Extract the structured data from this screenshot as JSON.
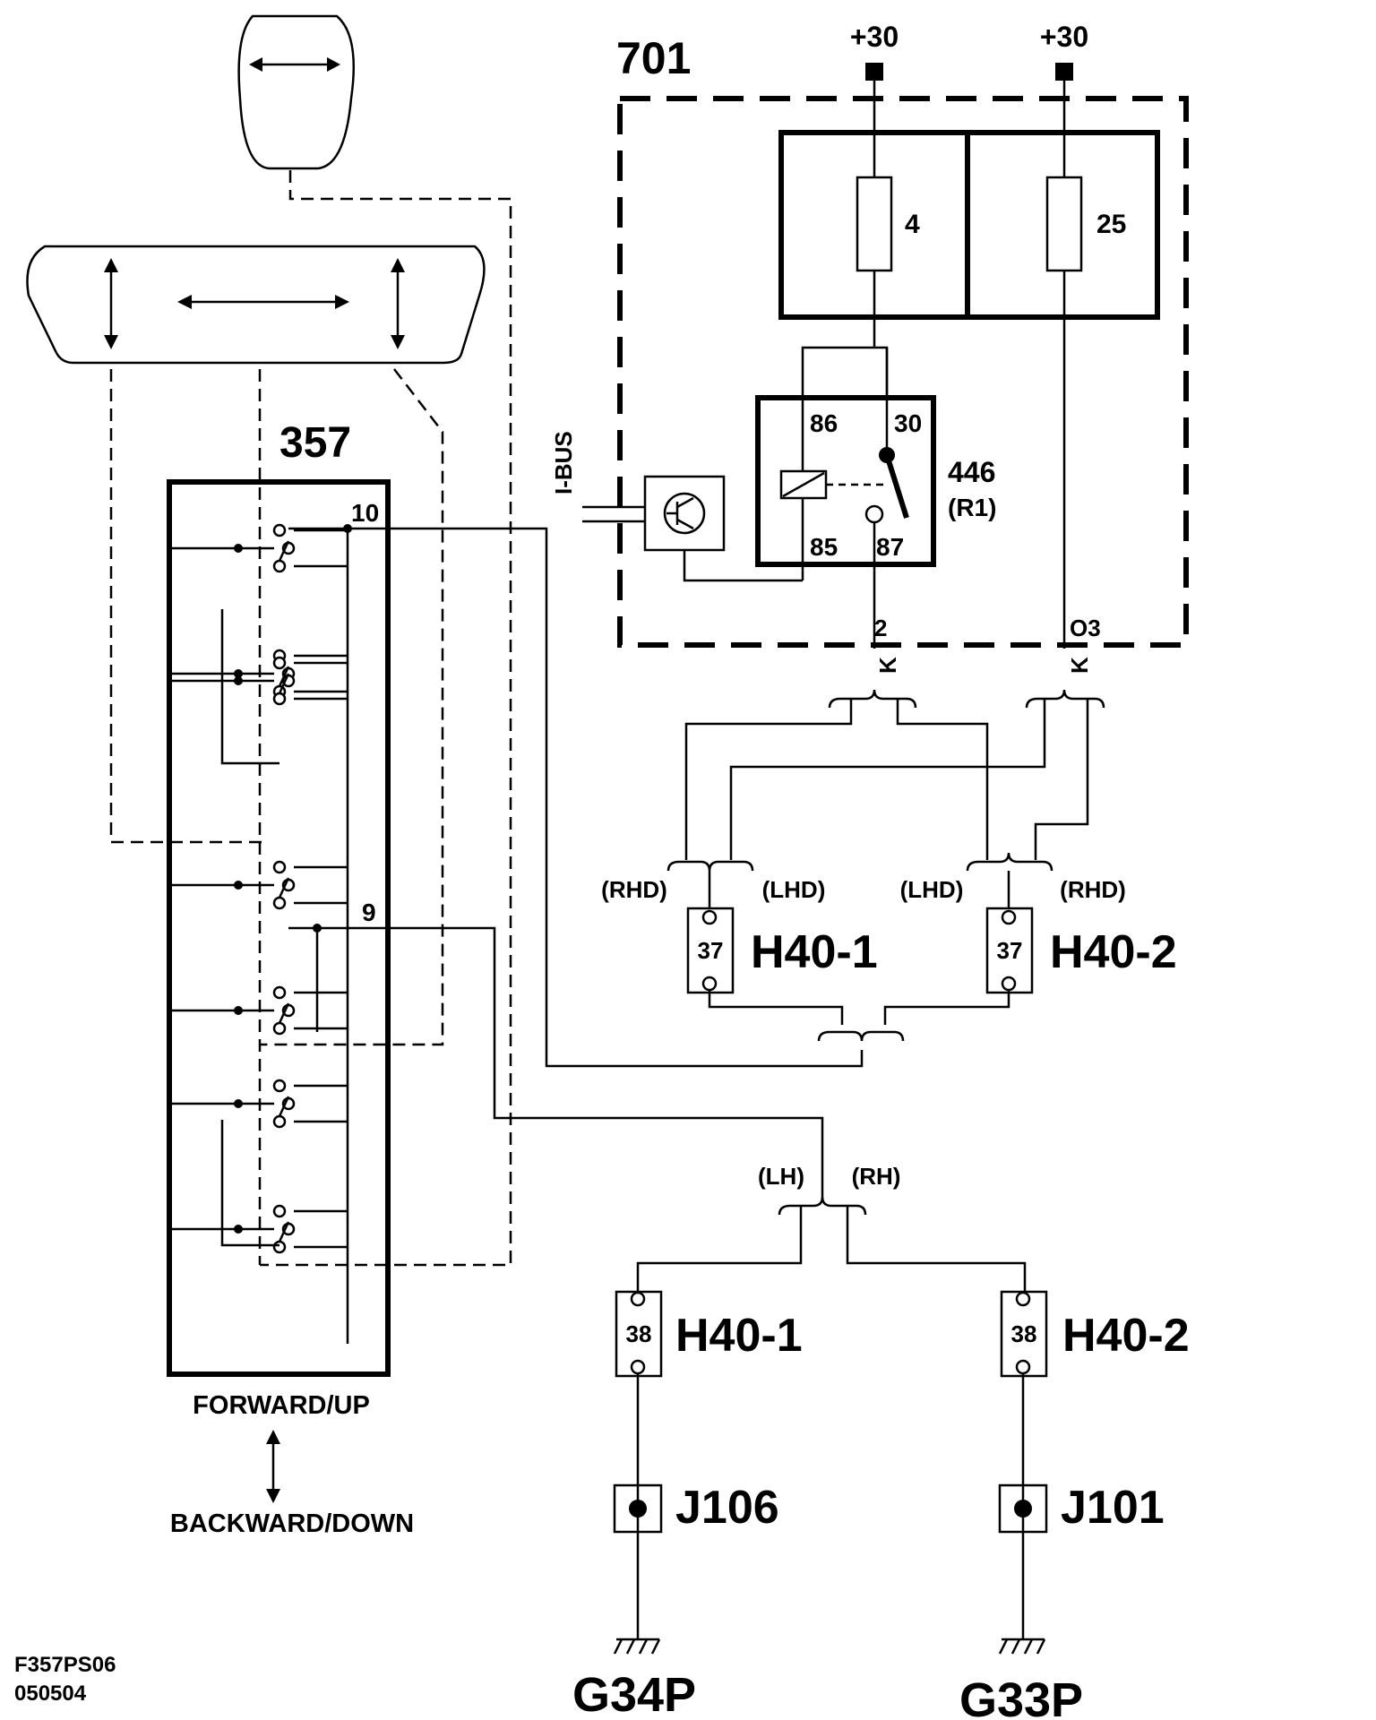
{
  "module": {
    "id": "701",
    "supply_left": "+30",
    "supply_right": "+30",
    "fuse_left": "4",
    "fuse_right": "25",
    "ibus": "I-BUS",
    "relay": {
      "pin86": "86",
      "pin30": "30",
      "pin85": "85",
      "pin87": "87",
      "name": "446",
      "sub": "(R1)"
    },
    "out_left": {
      "num": "2",
      "letter": "K"
    },
    "out_right": {
      "num": "O3",
      "letter": "K"
    }
  },
  "switch": {
    "id": "357",
    "pin_top": "10",
    "pin_mid": "9",
    "forward": "FORWARD/UP",
    "backward": "BACKWARD/DOWN"
  },
  "upper_connectors": {
    "left": {
      "pin": "37",
      "name": "H40-1",
      "tag_a": "(RHD)",
      "tag_b": "(LHD)"
    },
    "right": {
      "pin": "37",
      "name": "H40-2",
      "tag_a": "(LHD)",
      "tag_b": "(RHD)"
    }
  },
  "lower_branch": {
    "tag_lh": "(LH)",
    "tag_rh": "(RH)"
  },
  "lower_connectors": {
    "left": {
      "pin": "38",
      "name": "H40-1",
      "splice": "J106",
      "ground": "G34P"
    },
    "right": {
      "pin": "38",
      "name": "H40-2",
      "splice": "J101",
      "ground": "G33P"
    }
  },
  "footer": {
    "code": "F357PS06",
    "date": "050504"
  }
}
